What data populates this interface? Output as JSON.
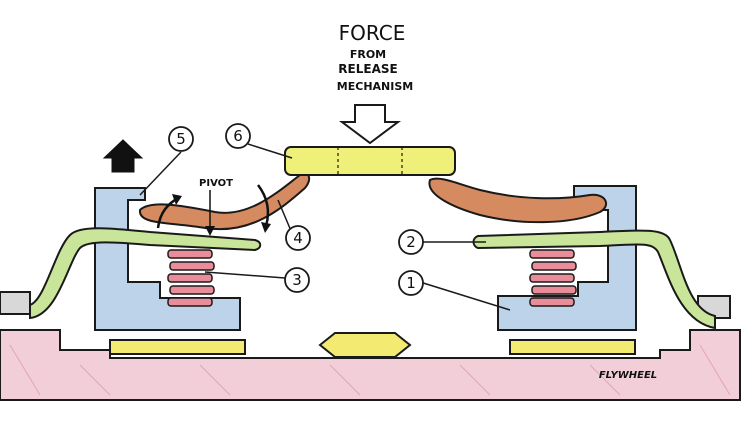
{
  "labels": {
    "force": "FORCE",
    "from": "FROM",
    "release": "RELEASE",
    "mechanism": "MECHANISM",
    "pivot": "PIVOT",
    "flywheel": "FLYWHEEL"
  },
  "callouts": [
    "1",
    "2",
    "3",
    "4",
    "5",
    "6"
  ],
  "colors": {
    "housing": "#bcd3ea",
    "spring_plate": "#c9e59a",
    "release_bearing": "#eef07a",
    "lever": "#d58a5f",
    "coil_spring": "#e98d9a",
    "flywheel": "#f2cfd8",
    "friction_disc": "#f3ea72",
    "outline": "#1a1a1a"
  }
}
